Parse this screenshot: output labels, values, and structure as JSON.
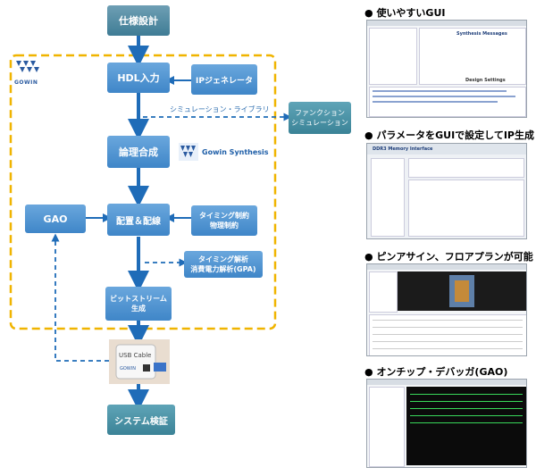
{
  "flow": {
    "spec_design": "仕様設計",
    "hdl_input": "HDL入力",
    "ip_generator": "IPジェネレータ",
    "sim_library": "シミュレーション・ライブラリ",
    "func_sim": [
      "ファンクション",
      "シミュレーション"
    ],
    "synthesis": "論理合成",
    "gowin_synthesis": "Gowin Synthesis",
    "place_route": "配置＆配線",
    "timing_constraints": [
      "タイミング制約",
      "物理制約"
    ],
    "gao": "GAO",
    "timing_analysis": [
      "タイミング解析",
      "消費電力解析(GPA)"
    ],
    "bitstream": [
      "ビットストリーム",
      "生成"
    ],
    "system_verify": "システム検証",
    "gowin_logo": "GOWIN",
    "usb_cable_label": "USB Cable"
  },
  "panels": [
    {
      "title": "使いやすいGUI",
      "window_title": "Synthesis Messages",
      "sub_title": "Design Settings"
    },
    {
      "title": "パラメータをGUIで設定してIP生成",
      "window_title": "DDR3 Memory Interface"
    },
    {
      "title": "ピンアサイン、フロアプランが可能"
    },
    {
      "title": "オンチップ・デバッガ(GAO)"
    }
  ],
  "colors": {
    "accent_blue": "#3f86c8",
    "dashed_frame": "#f0b400",
    "arrow": "#2a6fb8"
  }
}
